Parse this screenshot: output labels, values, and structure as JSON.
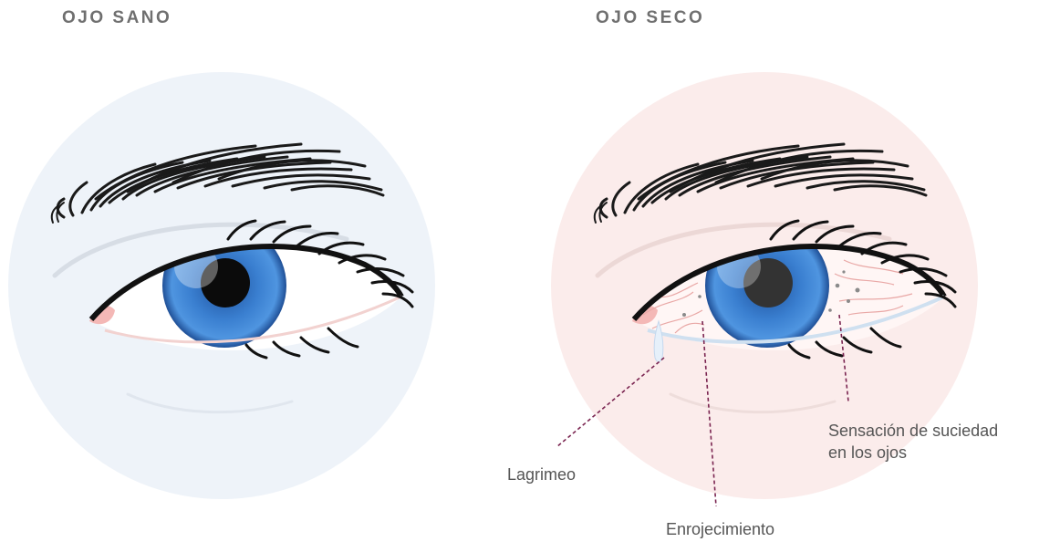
{
  "left_panel": {
    "title": "OJO SANO",
    "background_color": "#eaf1f8",
    "iris_color": "#3a7fd0"
  },
  "right_panel": {
    "title": "OJO SECO",
    "background_color": "#fbe6e4",
    "iris_color": "#3a7fd0",
    "annotations": [
      {
        "id": "tearing",
        "text": "Lagrimeo"
      },
      {
        "id": "redness",
        "text": "Enrojecimiento"
      },
      {
        "id": "grit",
        "line1": "Sensación de suciedad",
        "line2": "en los ojos"
      }
    ],
    "leader_line_color": "#7a2450"
  }
}
